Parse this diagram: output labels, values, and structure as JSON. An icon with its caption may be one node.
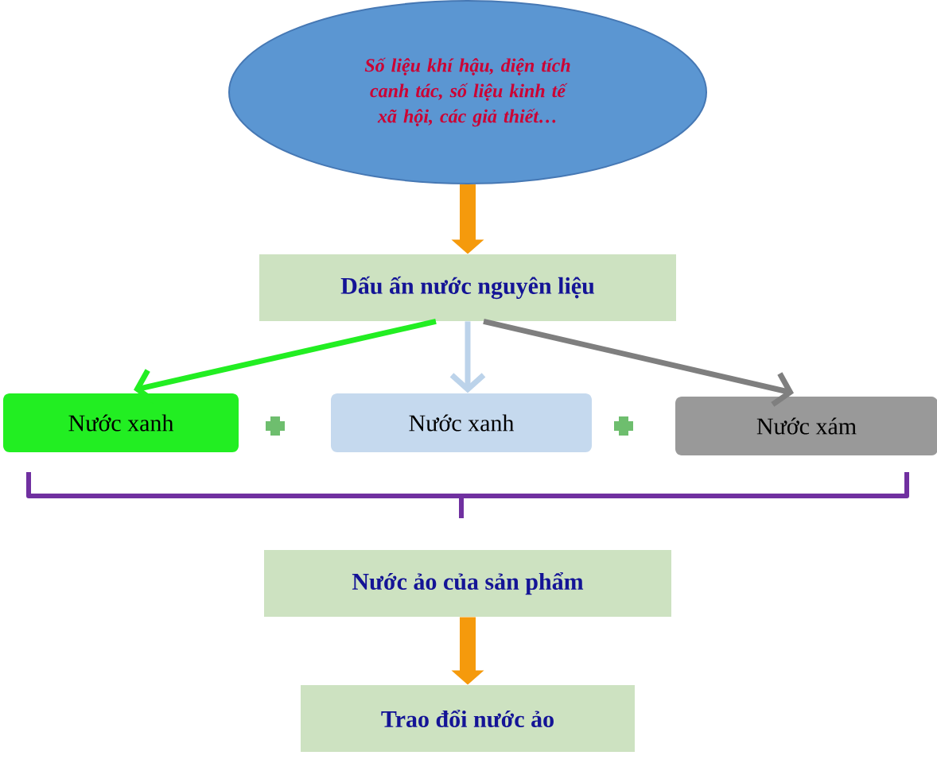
{
  "diagram": {
    "nodes": [
      {
        "text": [
          "Số liệu khí hậu, diện tích canh tác, số liệu kinh tế xã hội, các giả thiết…"
        ]
      },
      {
        "text": [
          "Dấu ấn nước nguyên liệu"
        ]
      },
      {
        "text": [
          "Nước xanh"
        ]
      },
      {
        "text": [
          "Nước xanh"
        ]
      },
      {
        "text": [
          "Nước xám"
        ]
      },
      {
        "text": [
          "Nước ảo của sản phẩm"
        ]
      },
      {
        "text": [
          "Trao đổi nước ảo"
        ]
      }
    ],
    "edges": [
      {
        "from": 0,
        "to": 1,
        "arrow": "to",
        "style": "thick",
        "color": "#f59a0c"
      },
      {
        "from": 1,
        "to": 2,
        "arrow": "to",
        "color": "#22ee22"
      },
      {
        "from": 1,
        "to": 3,
        "arrow": "to",
        "color": "#bcd3ea"
      },
      {
        "from": 1,
        "to": 4,
        "arrow": "to",
        "color": "#7f7f7f"
      },
      {
        "from": 5,
        "to": 6,
        "arrow": "to",
        "style": "thick",
        "color": "#f59a0c"
      }
    ]
  }
}
